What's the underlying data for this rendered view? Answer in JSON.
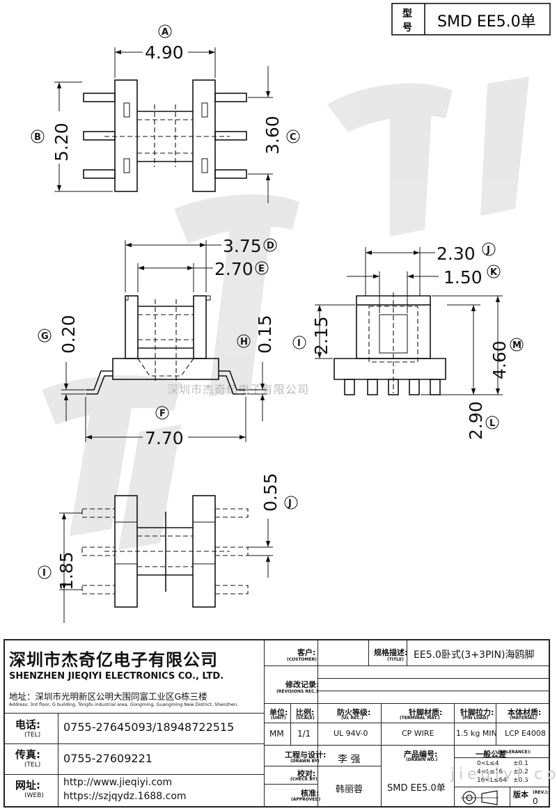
{
  "model_box": {
    "label_line1": "型",
    "label_line2": "号",
    "value": "SMD EE5.0单"
  },
  "dimensions": {
    "A": "4.90",
    "B": "5.20",
    "C": "3.60",
    "D": "3.75",
    "E": "2.70",
    "F": "7.70",
    "G": "0.20",
    "H": "0.15",
    "I_side": "2.15",
    "J_side": "2.30",
    "K": "1.50",
    "L": "2.90",
    "M": "4.60",
    "J_bottom": "0.55",
    "I_bottom": "1.85"
  },
  "letters": {
    "A": "A",
    "B": "B",
    "C": "C",
    "D": "D",
    "E": "E",
    "F": "F",
    "G": "G",
    "H": "H",
    "I": "I",
    "J": "J",
    "K": "K",
    "L": "L",
    "M": "M"
  },
  "watermark": "深圳市杰奇亿电子有限公司",
  "watermark_url": "jieqiyi.com",
  "company": {
    "name_cn": "深圳市杰奇亿电子有限公司",
    "name_en": "SHENZHEN JIEQIYI ELECTRONICS CO., LTD.",
    "address_cn": "地址：深圳市光明新区公明大围同富工业区G栋三楼",
    "address_en": "Address: 3rd floor, G building, Tongfu industrial area, Gongming, Guangming New District, Shenzhen.",
    "tel_label": "电话:",
    "tel_label_en": "(TEL)",
    "tel": "0755-27645093/18948722515",
    "fax_label": "传真:",
    "fax_label_en": "(TEL)",
    "fax": "0755-27609221",
    "web_label": "网址:",
    "web_label_en": "(WEB)",
    "web1": "http://www.jieqiyi.com",
    "web2": "https://szjqydz.1688.com"
  },
  "spec": {
    "customer_cn": "客户:",
    "customer_en": "(CUSTOMER)",
    "customer": "",
    "title_cn": "规格描述:",
    "title_en": "(TITLE)",
    "title": "EE5.0卧式(3+3PIN)海鸥脚",
    "revision_cn": "修改记录:",
    "revision_en": "(REVISIONS REC.)",
    "unit_cn": "单位:",
    "unit_en": "(UNIT)",
    "unit": "MM",
    "scale_cn": "比例:",
    "scale_en": "(SCALE)",
    "scale": "1/1",
    "ul_cn": "防火等级:",
    "ul_en": "(UL REC.)",
    "ul": "UL 94V-0",
    "terminal_cn": "针脚材质:",
    "terminal_en": "(TERMINAL MAT.)",
    "terminal": "CP WIRE",
    "pinload_cn": "针脚拉力:",
    "pinload_en": "(PIN LOAD)",
    "pinload": "1.5 kg MIN",
    "material_cn": "本体材质:",
    "material_en": "(MATERIAL)",
    "material": "LCP E4008",
    "drawn_cn": "工程与设计:",
    "drawn_en": "(DRAWN BY)",
    "drawn": "李  强",
    "check_cn": "校对:",
    "check_en": "(CHECK BY)",
    "approved_cn": "核准:",
    "approved_en": "(APPROVED)",
    "approved": "韩丽蓉",
    "drawno_cn": "产品编号:",
    "drawno_en": "(DRAWN NO.)",
    "drawno": "SMD EE5.0单",
    "tol_cn": "一般公差",
    "tol_en": "(TOLERANCE):",
    "tol_rows": [
      {
        "range": "0<L≤4",
        "val": "±0.1"
      },
      {
        "range": "4<L≤16",
        "val": "±0.2"
      },
      {
        "range": "16<L≤64",
        "val": "±0.3"
      }
    ],
    "rev_cn": "版本",
    "rev_en": "(REV.):",
    "rev": "0"
  }
}
